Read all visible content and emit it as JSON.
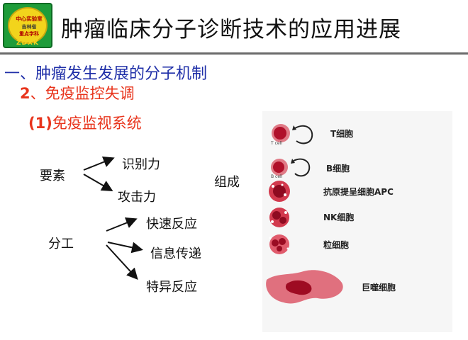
{
  "logo": {
    "line1": "中心实验室",
    "line2": "吉林省",
    "line3": "重点学科",
    "line4": "ZDXK"
  },
  "title": "肿瘤临床分子诊断技术的应用进展",
  "heading1": "一、肿瘤发生发展的分子机制",
  "heading2": {
    "number": "2",
    "text": "、免疫监控失调"
  },
  "heading3": {
    "number": "(1)",
    "text": "免疫监视系统"
  },
  "diagram": {
    "factor_label": "要素",
    "factors": [
      "识别力",
      "攻击力"
    ],
    "compose_label": "组成",
    "division_label": "分工",
    "divisions": [
      "快速反应",
      "信息传递",
      "特异反应"
    ]
  },
  "cells": {
    "t_cell": "T细胞",
    "t_cell_small": "T cell",
    "b_cell": "B细胞",
    "b_cell_small": "B cell",
    "apc": "抗原提呈细胞APC",
    "nk": "NK细胞",
    "granulocyte": "粒细胞",
    "macrophage": "巨噬细胞"
  },
  "colors": {
    "heading_blue": "#1f2fa8",
    "heading_red": "#e8341c",
    "cell_red": "#c0122a"
  }
}
